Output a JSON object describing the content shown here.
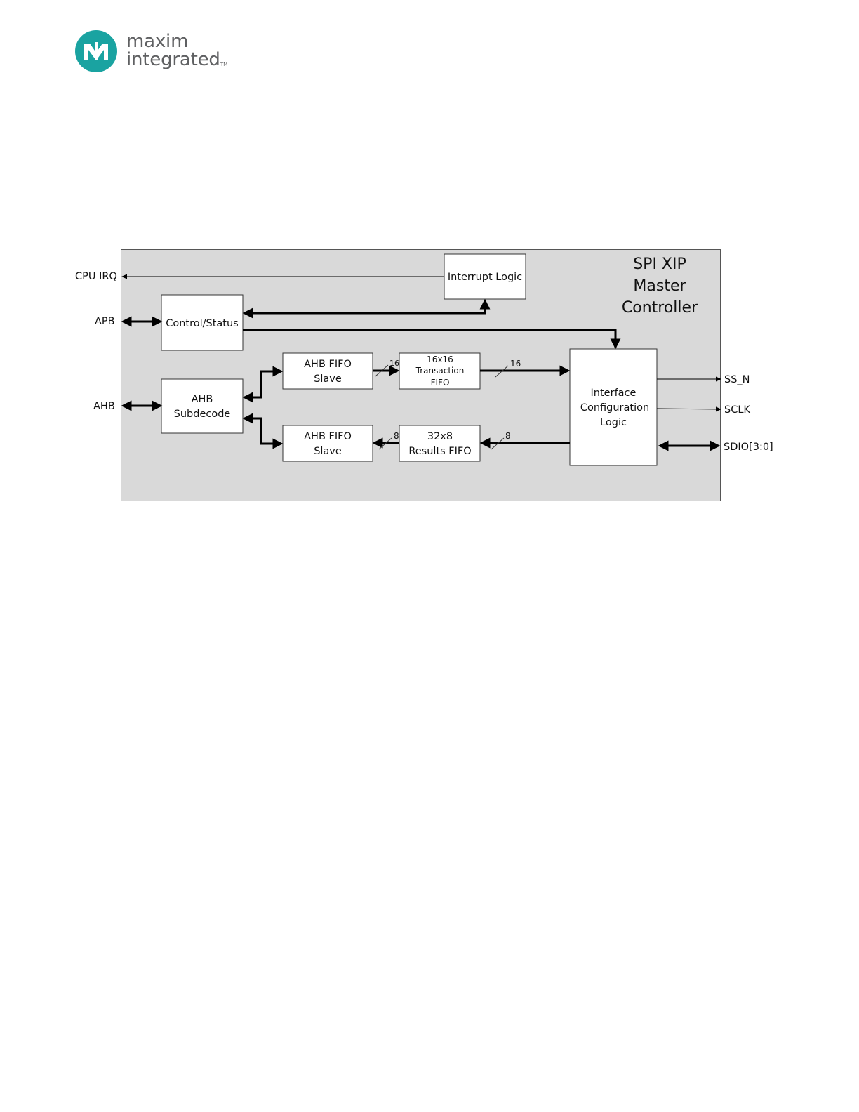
{
  "logo": {
    "line1": "maxim",
    "line2": "integrated",
    "trademark": "TM",
    "brand_color": "#1aa3a1",
    "icon": "maxim-logo-icon"
  },
  "diagram": {
    "title_lines": [
      "SPI XIP",
      "Master",
      "Controller"
    ],
    "panel_color": "#d9d9d9",
    "blocks": {
      "interrupt_logic": [
        "Interrupt Logic"
      ],
      "control_status": [
        "Control/Status"
      ],
      "ahb_subdecode": [
        "AHB",
        "Subdecode"
      ],
      "ahb_fifo_slave_top": [
        "AHB FIFO",
        "Slave"
      ],
      "ahb_fifo_slave_bottom": [
        "AHB FIFO",
        "Slave"
      ],
      "transaction_fifo": [
        "16x16",
        "Transaction",
        "FIFO"
      ],
      "results_fifo": [
        "32x8",
        "Results FIFO"
      ],
      "interface_config": [
        "Interface",
        "Configuration",
        "Logic"
      ]
    },
    "external_signals": {
      "cpu_irq": "CPU IRQ",
      "apb": "APB",
      "ahb": "AHB",
      "ss_n": "SS_N",
      "sclk": "SCLK",
      "sdio": "SDIO[3:0]"
    },
    "bus_widths": {
      "slave_to_transaction": "16",
      "transaction_to_interface": "16",
      "results_to_slave": "8",
      "interface_to_results": "8"
    }
  }
}
